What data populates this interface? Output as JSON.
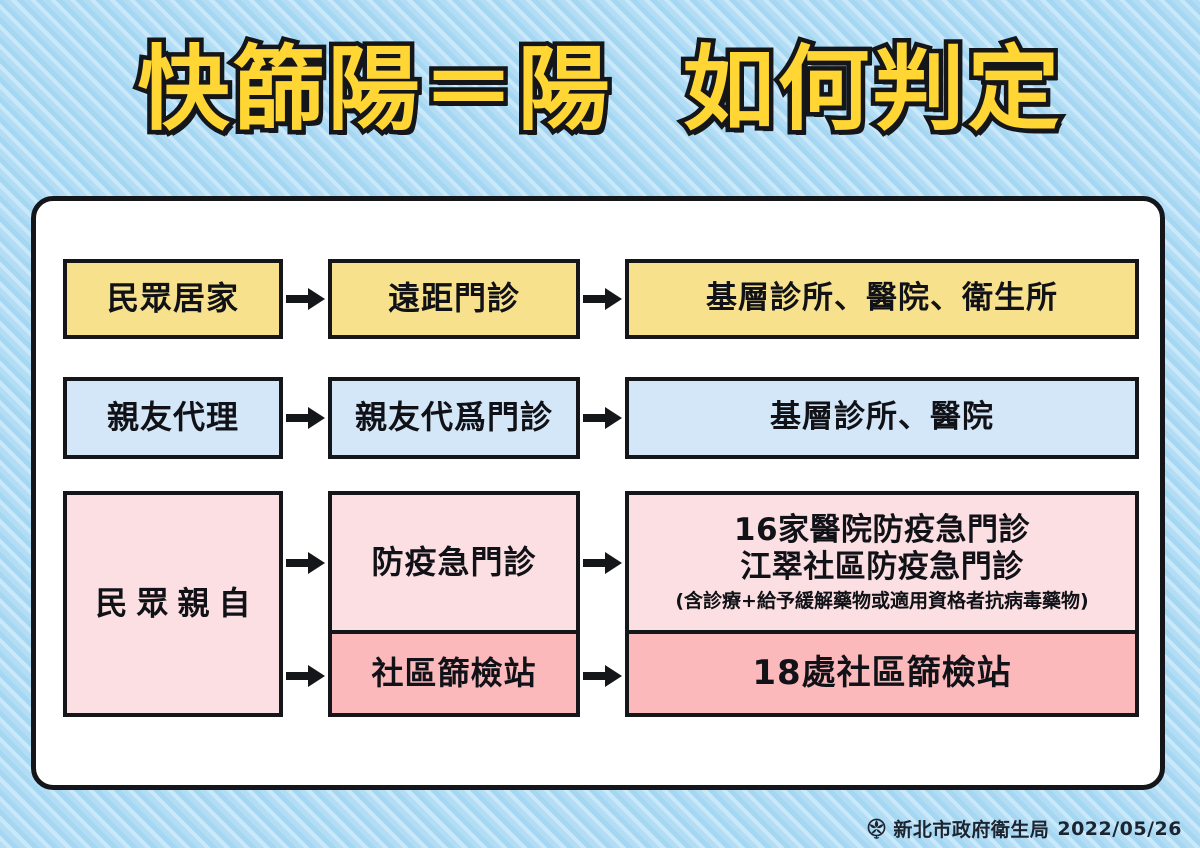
{
  "page": {
    "title": "快篩陽＝陽  如何判定",
    "background_color": "#a8daf4",
    "card_color": "#ffffff",
    "title_color": "#ffd633",
    "title_outline_color": "#15161a"
  },
  "colors": {
    "yellow": "#f8e18c",
    "blue": "#d3e7f8",
    "pink_light": "#fbdfe2",
    "pink_dark": "#fbb9bc",
    "border": "#15161a"
  },
  "flow": {
    "rows": [
      {
        "id": "row-home",
        "color": "yellow",
        "source": "民眾居家",
        "method": "遠距門診",
        "destination": "基層診所、醫院、衛生所"
      },
      {
        "id": "row-proxy",
        "color": "blue",
        "source": "親友代理",
        "method": "親友代爲門診",
        "destination": "基層診所、醫院"
      },
      {
        "id": "row-inperson",
        "color": "pink",
        "source": "民眾親自",
        "branches": [
          {
            "id": "branch-clinic",
            "color": "pink_light",
            "method": "防疫急門診",
            "destination_line_1": "16家醫院防疫急門診",
            "destination_line_2": "江翠社區防疫急門診",
            "destination_note": "(含診療+給予緩解藥物或適用資格者抗病毒藥物)"
          },
          {
            "id": "branch-station",
            "color": "pink_dark",
            "method": "社區篩檢站",
            "destination": "18處社區篩檢站"
          }
        ]
      }
    ]
  },
  "footer": {
    "logo_icon": "flower-emblem-icon",
    "agency": "新北市政府衛生局",
    "date": "2022/05/26"
  }
}
